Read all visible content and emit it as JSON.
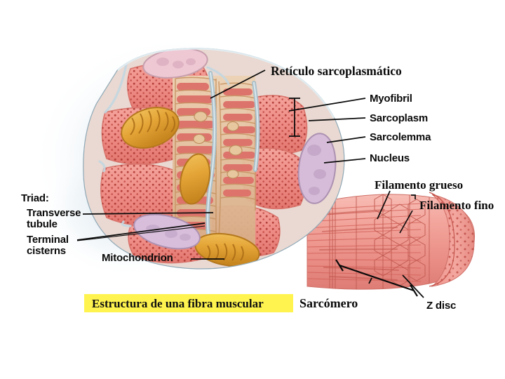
{
  "figure": {
    "title_caption": "Estructura de una fibra muscular",
    "caption_highlight_color": "#fff44f",
    "background_color": "#ffffff",
    "labels": {
      "reticulo_sarcoplasmatico": "Retículo sarcoplasmático",
      "myofibril": "Myofibril",
      "sarcoplasm": "Sarcoplasm",
      "sarcolemma": "Sarcolemma",
      "nucleus": "Nucleus",
      "filamento_grueso": "Filamento grueso",
      "filamento_fino": "Filamento fino",
      "triad": "Triad:",
      "transverse_tubule": "Transverse\ntubule",
      "terminal_cisterns": "Terminal\ncisterns",
      "mitochondrion": "Mitochondrion",
      "sarcomero": "Sarcómero",
      "z_disc": "Z disc"
    },
    "colors": {
      "myofibril_pink": "#ef8d87",
      "myofibril_dot": "#b03a33",
      "sarcolemma_blue": "#b9ccd6",
      "mitochondrion_orange": "#e8a83c",
      "mitochondrion_dark": "#b87317",
      "sarcoplasmic_reticulum_tan": "#e0b894",
      "nucleus_lavender": "#d6bcd8",
      "nucleus_pink": "#eec9d4",
      "striation_red": "#d4645c",
      "glow_blue": "#dce8ef",
      "label_text": "#0a0a0a"
    }
  }
}
